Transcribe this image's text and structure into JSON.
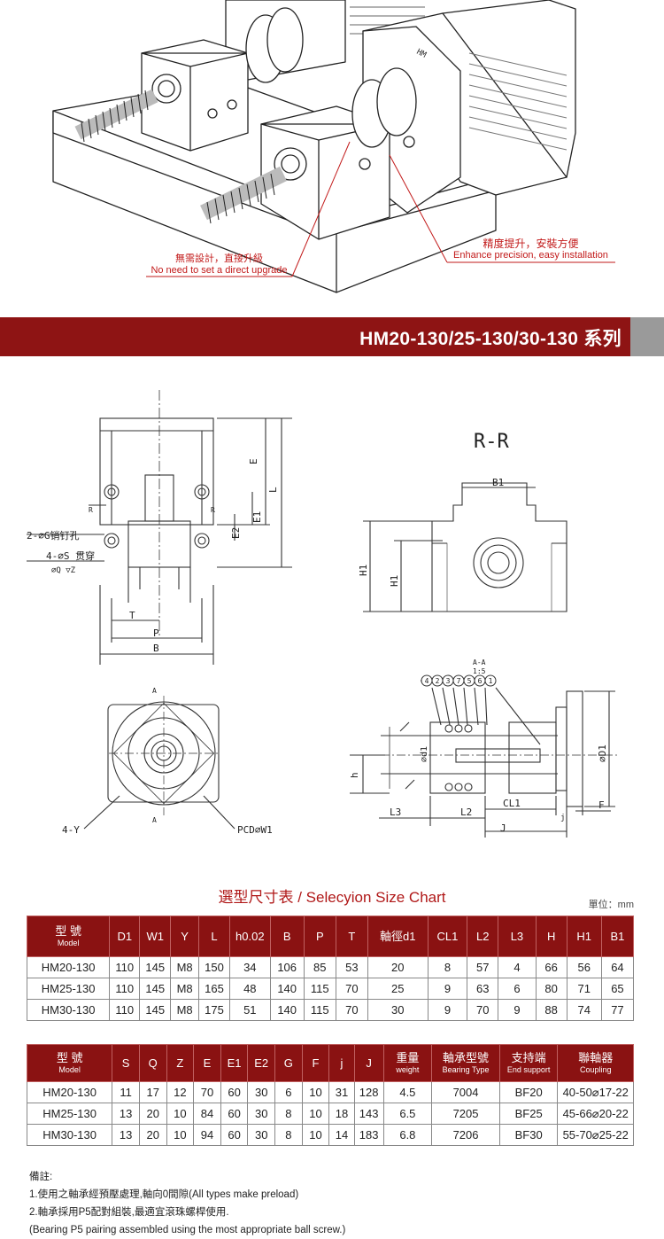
{
  "callouts": {
    "left_cn": "無需設計，直接升級",
    "left_en": "No need to set a direct upgrade",
    "right_cn": "精度提升，安裝方便",
    "right_en": "Enhance precision, easy installation"
  },
  "product_brand": "HM",
  "banner_title": "HM20-130/25-130/30-130 系列",
  "drawing_labels": {
    "hole_g": "2-⌀G销钉孔",
    "hole_s": "4-⌀S 贯穿",
    "hole_q": "⌀Q ▽Z",
    "r_left": "R",
    "r_right": "R",
    "dim_e": "E",
    "dim_l": "L",
    "dim_e1": "E1",
    "dim_e2": "E2",
    "dim_t": "T",
    "dim_p": "P",
    "dim_b": "B",
    "section_rr": "R-R",
    "dim_b1": "B1",
    "dim_h1a": "H1",
    "dim_h1b": "H1",
    "y_holes": "4-Y",
    "pcd": "PCD⌀W1",
    "a_top": "A",
    "a_bottom": "A",
    "section_aa": "A-A",
    "scale": "1:5",
    "parts": [
      "4",
      "2",
      "3",
      "7",
      "5",
      "6",
      "1"
    ],
    "dim_d1": "⌀D1",
    "dim_d1_shaft": "⌀d1",
    "dim_h": "h",
    "dim_l3": "L3",
    "dim_l2": "L2",
    "dim_cl1": "CL1",
    "dim_j_small": "j",
    "dim_j": "J",
    "dim_f": "F"
  },
  "chart_title": "選型尺寸表 / Selecyion Size Chart",
  "unit_label": "單位：mm",
  "table1": {
    "headers": [
      {
        "cn": "型  號",
        "en": "Model"
      },
      {
        "cn": "D1"
      },
      {
        "cn": "W1"
      },
      {
        "cn": "Y"
      },
      {
        "cn": "L"
      },
      {
        "cn": "h0.02"
      },
      {
        "cn": "B"
      },
      {
        "cn": "P"
      },
      {
        "cn": "T"
      },
      {
        "cn": "軸徑d1"
      },
      {
        "cn": "CL1"
      },
      {
        "cn": "L2"
      },
      {
        "cn": "L3"
      },
      {
        "cn": "H"
      },
      {
        "cn": "H1"
      },
      {
        "cn": "B1"
      }
    ],
    "rows": [
      [
        "HM20-130",
        "110",
        "145",
        "M8",
        "150",
        "34",
        "106",
        "85",
        "53",
        "20",
        "8",
        "57",
        "4",
        "66",
        "56",
        "64"
      ],
      [
        "HM25-130",
        "110",
        "145",
        "M8",
        "165",
        "48",
        "140",
        "115",
        "70",
        "25",
        "9",
        "63",
        "6",
        "80",
        "71",
        "65"
      ],
      [
        "HM30-130",
        "110",
        "145",
        "M8",
        "175",
        "51",
        "140",
        "115",
        "70",
        "30",
        "9",
        "70",
        "9",
        "88",
        "74",
        "77"
      ]
    ]
  },
  "table2": {
    "headers": [
      {
        "cn": "型  號",
        "en": "Model"
      },
      {
        "cn": "S"
      },
      {
        "cn": "Q"
      },
      {
        "cn": "Z"
      },
      {
        "cn": "E"
      },
      {
        "cn": "E1"
      },
      {
        "cn": "E2"
      },
      {
        "cn": "G"
      },
      {
        "cn": "F"
      },
      {
        "cn": "j"
      },
      {
        "cn": "J"
      },
      {
        "cn": "重量",
        "en": "weight"
      },
      {
        "cn": "軸承型號",
        "en": "Bearing Type"
      },
      {
        "cn": "支持端",
        "en": "End support"
      },
      {
        "cn": "聯軸器",
        "en": "Coupling"
      }
    ],
    "rows": [
      [
        "HM20-130",
        "11",
        "17",
        "12",
        "70",
        "60",
        "30",
        "6",
        "10",
        "31",
        "128",
        "4.5",
        "7004",
        "BF20",
        "40-50⌀17-22"
      ],
      [
        "HM25-130",
        "13",
        "20",
        "10",
        "84",
        "60",
        "30",
        "8",
        "10",
        "18",
        "143",
        "6.5",
        "7205",
        "BF25",
        "45-66⌀20-22"
      ],
      [
        "HM30-130",
        "13",
        "20",
        "10",
        "94",
        "60",
        "30",
        "8",
        "10",
        "14",
        "183",
        "6.8",
        "7206",
        "BF30",
        "55-70⌀25-22"
      ]
    ]
  },
  "notes": {
    "heading": "備註:",
    "line1": "1.使用之軸承經預壓處理,軸向0間隙(All types make preload)",
    "line2": "2.軸承採用P5配對組裝,最適宜滾珠螺桿使用.",
    "line3": "(Bearing P5 pairing assembled using the most appropriate ball screw.)"
  },
  "colors": {
    "banner_red": "#8e1414",
    "table_header": "#8a1212",
    "callout_red": "#c21a1a",
    "banner_grey": "#9a9a9a"
  }
}
